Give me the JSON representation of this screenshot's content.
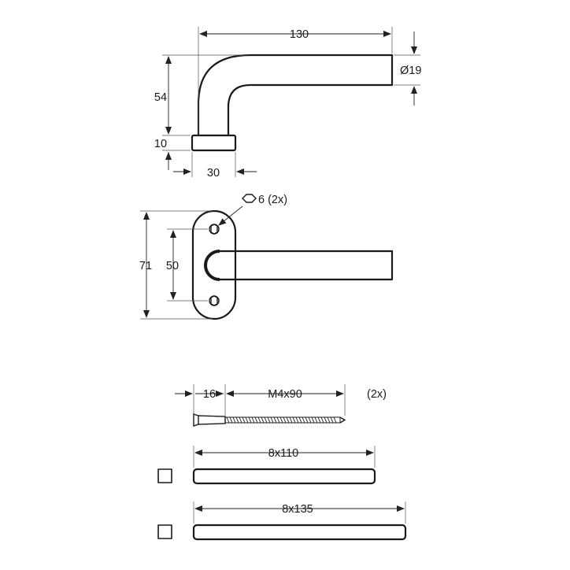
{
  "handle_side_view": {
    "length": "130",
    "rise": "54",
    "rose_height": "10",
    "rose_depth": "30",
    "diameter_symbol": "Ø",
    "diameter_value": "19"
  },
  "handle_front_view": {
    "screw_note": "6 (2x)",
    "plate_height": "71",
    "screw_spacing": "50"
  },
  "screw": {
    "head_length": "16",
    "thread_spec": "M4x90",
    "quantity": "(2x)"
  },
  "spindles": [
    {
      "size": "8x110"
    },
    {
      "size": "8x135"
    }
  ]
}
